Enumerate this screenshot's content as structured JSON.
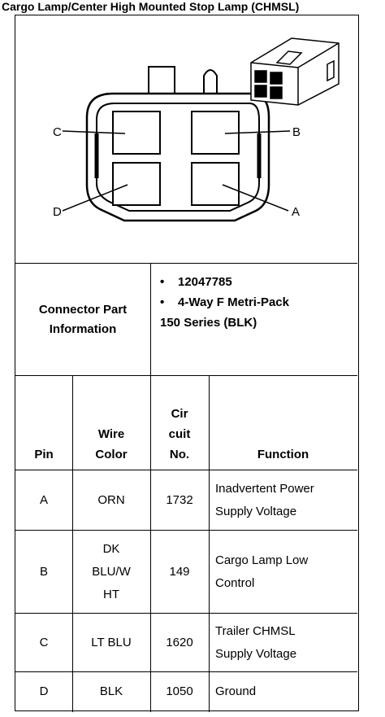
{
  "title": "Cargo Lamp/Center High Mounted Stop Lamp (CHMSL)",
  "diagram": {
    "pin_labels": [
      "C",
      "B",
      "D",
      "A"
    ]
  },
  "connector": {
    "label_line1": "Connector Part",
    "label_line2": "Information",
    "items": [
      "12047785",
      "4-Way F Metri-Pack"
    ],
    "items_continuation": "150 Series (BLK)"
  },
  "table": {
    "headers": {
      "pin": "Pin",
      "wire_line1": "Wire",
      "wire_line2": "Color",
      "cir_line1": "Cir",
      "cir_line2": "cuit",
      "cir_line3": "No.",
      "function": "Function"
    },
    "rows": [
      {
        "pin": "A",
        "wire": [
          "ORN"
        ],
        "circuit": "1732",
        "function": [
          "Inadvertent Power",
          "Supply Voltage"
        ]
      },
      {
        "pin": "B",
        "wire": [
          "DK",
          "BLU/W",
          "HT"
        ],
        "circuit": "149",
        "function": [
          "Cargo Lamp Low",
          "Control"
        ]
      },
      {
        "pin": "C",
        "wire": [
          "LT BLU"
        ],
        "circuit": "1620",
        "function": [
          "Trailer CHMSL",
          "Supply Voltage"
        ]
      },
      {
        "pin": "D",
        "wire": [
          "BLK"
        ],
        "circuit": "1050",
        "function": [
          "Ground"
        ]
      }
    ]
  }
}
